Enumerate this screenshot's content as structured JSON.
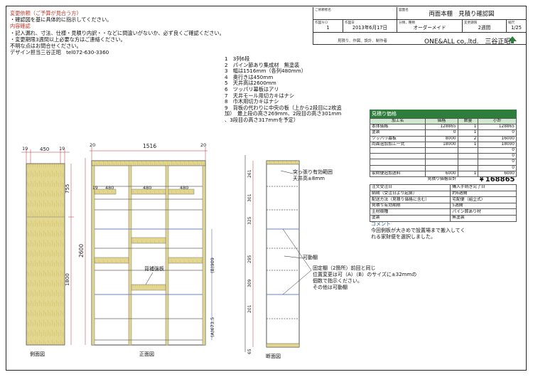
{
  "notes": {
    "heading": "変更依頼（ご予算が見合う方）",
    "line1": "・確認図を基に具体的に指示してください。",
    "heading2": "内容確認",
    "line2": "・記入漏れ、寸法、仕様・見積り内訳・・などに間違いがないか、必ず良くご確認ください。",
    "line3": "・変更期限3週間以上必要な方はご連絡ください。",
    "line4": "不明な点はお問合せください。",
    "line5": "デザイン担当三谷正昭　tel072-630-3360"
  },
  "title_block": {
    "client_label": "ご依頼者名",
    "client_value": "",
    "drawing_label": "図面名",
    "drawing_value": "両面本棚　見積り確認図",
    "no_label": "作図ＮＯ",
    "no_value": "1",
    "date_label": "作図日",
    "date_value": "2013年6月17日",
    "category_label": "分類，種類",
    "category_value": "オーダーメイド",
    "deadline_label": "変更期限",
    "deadline_value": "2週間",
    "scale_label": "縮尺",
    "scale_value": "1/25",
    "footer": "見積り、作図、設計、制作者",
    "company": "ONE&ALL co,.ltd.　三谷正昭"
  },
  "spec": [
    "1　3列6段",
    "2　パイン節あり集成材　無塗装",
    "3　幅は1516mm（各列480mm）",
    "4　奥行きは450mm",
    "5　天井高は2600mm",
    "6　ツッパリ幕板はアリ",
    "7　天井モール用切カキはナシ",
    "8　巾木用切カキはナシ",
    "9　背板の代わりに中央の板（上から2段目に2枚追",
    "加）　最上段の高さ269mm、2段目の高さ301mm",
    "、3段目の高さ317mmを予定）"
  ],
  "estimate": {
    "title": "見積り価格",
    "headers": [
      "加工名",
      "価格",
      "数量",
      "小計"
    ],
    "rows": [
      [
        "本体価格",
        "128865",
        "1",
        "128865"
      ],
      [
        "塗装",
        "0",
        "1",
        "0"
      ],
      [
        "ツッパリ幕板",
        "8000",
        "2",
        "16000"
      ],
      [
        "両面追加加工一式",
        "18000",
        "1",
        "18000"
      ],
      [
        "",
        "",
        "",
        "0"
      ],
      [
        "",
        "",
        "",
        "0"
      ],
      [
        "",
        "",
        "",
        "0"
      ],
      [
        "",
        "",
        "",
        "0"
      ],
      [
        "家財便追加送料",
        "6000",
        "1",
        "6000"
      ]
    ],
    "total_label": "見積り価格合計",
    "total_value": "￥168865",
    "info": [
      [
        "注文受注日",
        "購入手続き完了日"
      ],
      [
        "納期（受注日より起算）",
        "約6週間"
      ],
      [
        "配送方法（見積り価格に含む）",
        "宅配便（組立式）"
      ],
      [
        "見積り有効期限",
        "5週間"
      ],
      [
        "主材樹種",
        "パイン節あり材"
      ],
      [
        "塗装",
        "無塗装"
      ]
    ]
  },
  "comment": {
    "heading": "コメント",
    "line1": "今回側板が大きめで設置場まで搬入してく",
    "line2": "れる家財便を選択しました。"
  },
  "drawing": {
    "side_label": "側面図",
    "front_label": "正面図",
    "section_label": "断面図",
    "back_panel": "背補強板",
    "fixed_shelf": "突っ張り有効範囲",
    "ceiling": "天井高±8mm",
    "movable_shelf": "可動棚",
    "fixed_note1": "固定棚（2箇所）前回と同じ",
    "fixed_note2": "位置変更は可（A）（B）のサイズに±32mmの",
    "fixed_note3": "個数で指示ください。",
    "fixed_note4": "その他は可動棚",
    "dims": {
      "side_w": "450",
      "side_l": "19",
      "side_r": "19",
      "front_w": "1516",
      "front_l": "20",
      "front_r": "20",
      "col1": "480",
      "col2": "480",
      "col3": "480",
      "gap": "19",
      "h_total": "2600",
      "h_upper": "755",
      "h_lower": "1800",
      "a_label": "(A)673.5",
      "b_label": "(B)909",
      "sec1": "261",
      "sec2": "301",
      "sec3": "325",
      "sec4": "295",
      "sec5": "309",
      "sec6": "201",
      "sec7": "65"
    }
  },
  "colors": {
    "wood": "#e3d78f",
    "wood_dark": "#bfae55",
    "line": "#333333",
    "dim_red": "#b03030",
    "accent_green": "#2f7d3c"
  }
}
